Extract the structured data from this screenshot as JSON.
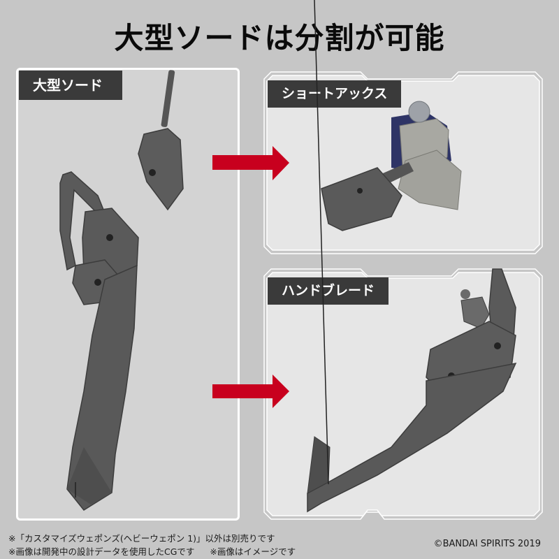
{
  "headline": "大型ソードは分割が可能",
  "panels": {
    "left": {
      "label": "大型ソード",
      "fill": "#d3d3d3"
    },
    "top_right": {
      "label": "ショートアックス",
      "fill": "#e6e6e6"
    },
    "bottom_right": {
      "label": "ハンドブレード",
      "fill": "#e6e6e6"
    }
  },
  "arrows": [
    {
      "direction": "right",
      "color": "#c8001e",
      "from": "大型ソード",
      "to": "ショートアックス"
    },
    {
      "direction": "right",
      "color": "#c8001e",
      "from": "大型ソード",
      "to": "ハンドブレード"
    }
  ],
  "notes": {
    "line1": "※「カスタマイズウェポンズ(ヘビーウェポン 1)」以外は別売りです",
    "line2a": "※画像は開発中の設計データを使用したCGです",
    "line2b": "※画像はイメージです"
  },
  "copyright": "©BANDAI SPIRITS 2019",
  "colors": {
    "background": "#c6c6c6",
    "label_bg": "#3a3a3a",
    "accent_red": "#c8001e",
    "part_gray": "#5a5a5a",
    "part_light": "#a8a8a2",
    "part_navy": "#2e3466"
  }
}
